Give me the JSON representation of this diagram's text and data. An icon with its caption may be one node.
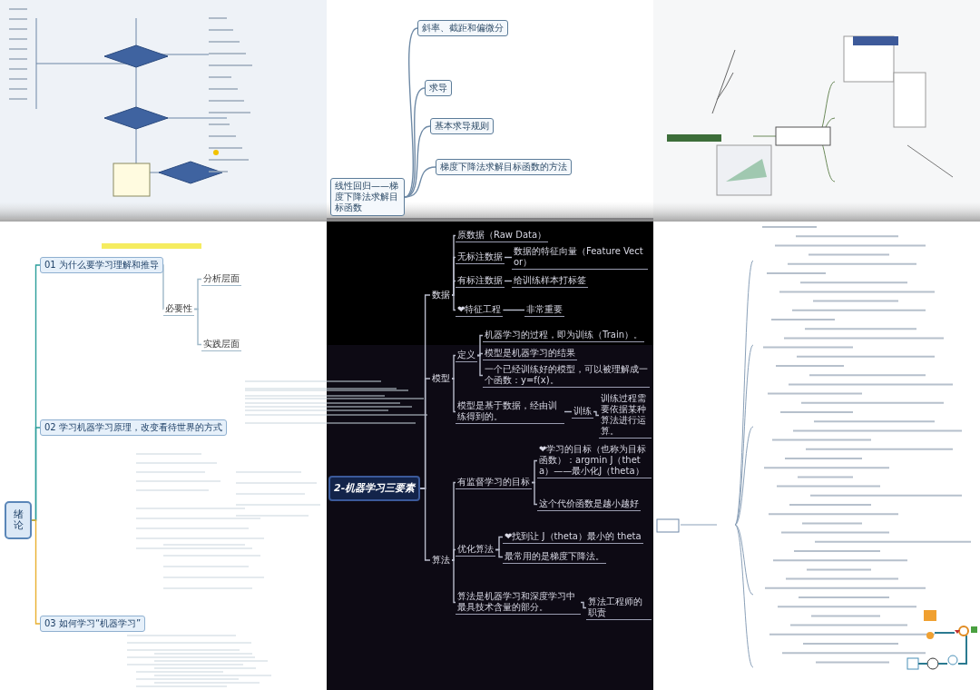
{
  "diagram": {
    "nodes": [
      {
        "text": [
          "线性回归——梯度下降法求解目标函数"
        ]
      },
      {
        "text": [
          "斜率、截距和偏微分"
        ]
      },
      {
        "text": [
          "求导"
        ]
      },
      {
        "text": [
          "基本求导规则"
        ]
      },
      {
        "text": [
          "梯度下降法求解目标函数的方法"
        ]
      },
      {
        "text": [
          "绪论"
        ]
      },
      {
        "text": [
          "01 为什么要学习理解和推导"
        ]
      },
      {
        "text": [
          "必要性"
        ]
      },
      {
        "text": [
          "分析层面"
        ]
      },
      {
        "text": [
          "实践层面"
        ]
      },
      {
        "text": [
          "02 学习机器学习原理，改变看待世界的方式"
        ]
      },
      {
        "text": [
          "03 如何学习“机器学习”"
        ]
      },
      {
        "text": [
          "2-机器学习三要素"
        ]
      },
      {
        "text": [
          "数据"
        ]
      },
      {
        "text": [
          "原数据（Raw Data）"
        ]
      },
      {
        "text": [
          "无标注数据"
        ]
      },
      {
        "text": [
          "数据的特征向量（Feature Vector）"
        ]
      },
      {
        "text": [
          "有标注数据"
        ]
      },
      {
        "text": [
          "给训练样本打标签"
        ]
      },
      {
        "text": [
          "❤特征工程"
        ]
      },
      {
        "text": [
          "非常重要"
        ]
      },
      {
        "text": [
          "模型"
        ]
      },
      {
        "text": [
          "定义"
        ]
      },
      {
        "text": [
          "机器学习的过程，即为训练（Train）。"
        ]
      },
      {
        "text": [
          "模型是机器学习的结果"
        ]
      },
      {
        "text": [
          "一个已经训练好的模型，可以被理解成一个函数：y=f(x)。"
        ]
      },
      {
        "text": [
          "模型是基于数据，经由训练得到的。"
        ]
      },
      {
        "text": [
          "训练"
        ]
      },
      {
        "text": [
          "训练过程需要依据某种算法进行运算。"
        ]
      },
      {
        "text": [
          "算法"
        ]
      },
      {
        "text": [
          "有监督学习的目标"
        ]
      },
      {
        "text": [
          "❤学习的目标（也称为目标函数）：argmin J（theta）——最小化J（theta）"
        ]
      },
      {
        "text": [
          "这个代价函数是越小越好"
        ]
      },
      {
        "text": [
          "优化算法"
        ]
      },
      {
        "text": [
          "❤找到让 J（theta）最小的 theta"
        ]
      },
      {
        "text": [
          "最常用的是梯度下降法。"
        ]
      },
      {
        "text": [
          "算法是机器学习和深度学习中最具技术含量的部分。"
        ]
      },
      {
        "text": [
          "算法工程师的职责"
        ]
      }
    ],
    "edges": [
      {
        "from": 0,
        "to": 1,
        "arrow": "none",
        "color": "#6f8aa6"
      },
      {
        "from": 0,
        "to": 2,
        "arrow": "none",
        "color": "#6f8aa6"
      },
      {
        "from": 0,
        "to": 3,
        "arrow": "none",
        "color": "#6f8aa6"
      },
      {
        "from": 0,
        "to": 4,
        "arrow": "none",
        "color": "#6f8aa6"
      },
      {
        "from": 5,
        "to": 6,
        "arrow": "none",
        "color": "#2a9d9a"
      },
      {
        "from": 5,
        "to": 10,
        "arrow": "none",
        "color": "#2a9d9a"
      },
      {
        "from": 5,
        "to": 11,
        "arrow": "none",
        "color": "#e8b030"
      },
      {
        "from": 6,
        "to": 7,
        "arrow": "none",
        "color": "#9fb8c8"
      },
      {
        "from": 7,
        "to": 8,
        "arrow": "none",
        "color": "#9fb8c8"
      },
      {
        "from": 7,
        "to": 9,
        "arrow": "none",
        "color": "#9fb8c8"
      },
      {
        "from": 12,
        "to": 13,
        "arrow": "none"
      },
      {
        "from": 13,
        "to": 14,
        "arrow": "none"
      },
      {
        "from": 13,
        "to": 15,
        "arrow": "none"
      },
      {
        "from": 15,
        "to": 16,
        "arrow": "none"
      },
      {
        "from": 13,
        "to": 17,
        "arrow": "none"
      },
      {
        "from": 17,
        "to": 18,
        "arrow": "none"
      },
      {
        "from": 13,
        "to": 19,
        "arrow": "none"
      },
      {
        "from": 19,
        "to": 20,
        "arrow": "none"
      },
      {
        "from": 12,
        "to": 21,
        "arrow": "none"
      },
      {
        "from": 21,
        "to": 22,
        "arrow": "none"
      },
      {
        "from": 22,
        "to": 23,
        "arrow": "none"
      },
      {
        "from": 22,
        "to": 24,
        "arrow": "none"
      },
      {
        "from": 22,
        "to": 25,
        "arrow": "none"
      },
      {
        "from": 21,
        "to": 26,
        "arrow": "none"
      },
      {
        "from": 26,
        "to": 27,
        "arrow": "none"
      },
      {
        "from": 27,
        "to": 28,
        "arrow": "none"
      },
      {
        "from": 12,
        "to": 29,
        "arrow": "none"
      },
      {
        "from": 29,
        "to": 30,
        "arrow": "none"
      },
      {
        "from": 30,
        "to": 31,
        "arrow": "none"
      },
      {
        "from": 30,
        "to": 32,
        "arrow": "none"
      },
      {
        "from": 29,
        "to": 33,
        "arrow": "none"
      },
      {
        "from": 33,
        "to": 34,
        "arrow": "none"
      },
      {
        "from": 33,
        "to": 35,
        "arrow": "none"
      },
      {
        "from": 29,
        "to": 36,
        "arrow": "none"
      },
      {
        "from": 36,
        "to": 37,
        "arrow": "none"
      }
    ]
  }
}
